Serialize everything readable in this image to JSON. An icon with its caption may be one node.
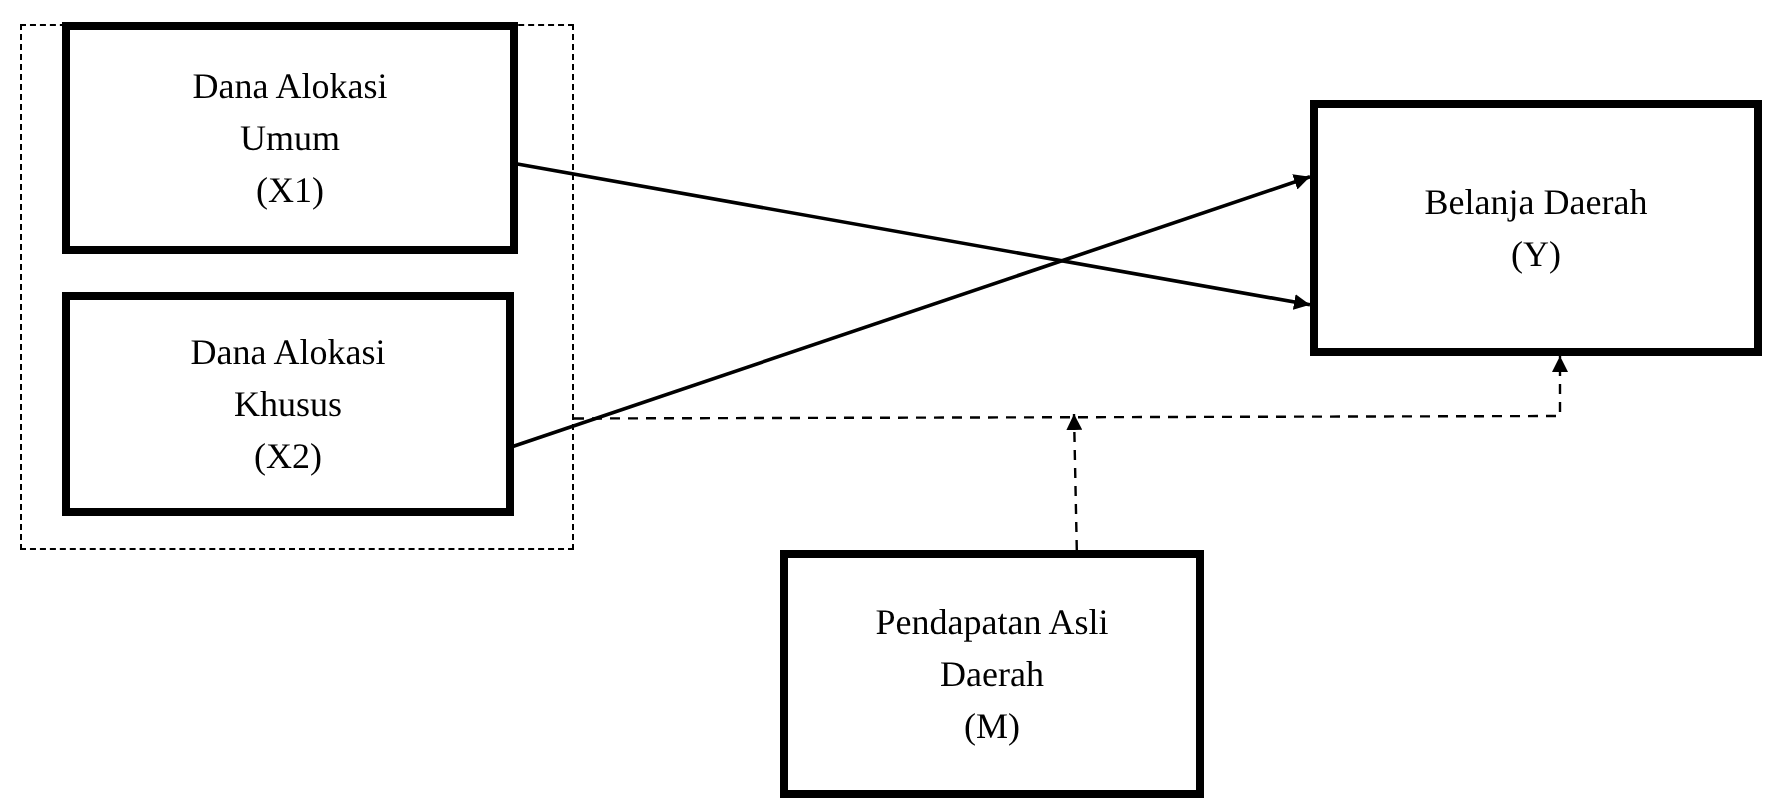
{
  "diagram": {
    "nodes": [
      {
        "text": [],
        "shape": "box"
      },
      {
        "text": [
          "Dana Alokasi Umum",
          "(X1)"
        ],
        "in": 0
      },
      {
        "text": [
          "Dana Alokasi Khusus",
          "(X2)"
        ],
        "in": 0
      },
      {
        "text": [
          "Belanja Daerah",
          "(Y)"
        ]
      },
      {
        "text": [
          "Pendapatan Asli Daerah",
          "(M)"
        ]
      }
    ],
    "edges": [
      {
        "from": 1,
        "to": 3,
        "arrow": "to"
      },
      {
        "from": 2,
        "to": 3,
        "arrow": "to"
      },
      {
        "from": 0,
        "to": 3,
        "arrow": "to",
        "style": "dashed"
      },
      {
        "from": 4,
        "to": null,
        "arrow": "to",
        "style": "dashed"
      }
    ]
  }
}
